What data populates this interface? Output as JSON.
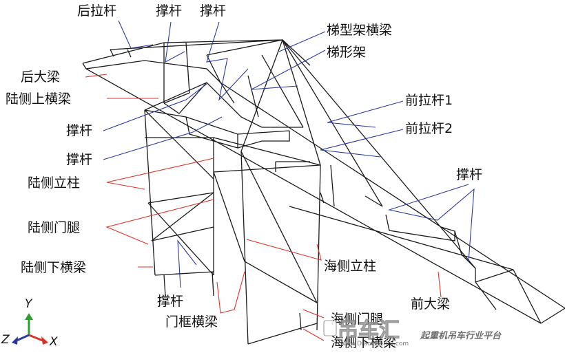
{
  "labels": {
    "rear_tie_rod": "后拉杆",
    "strut_top_1": "撑杆",
    "strut_top_2": "撑杆",
    "ladder_frame_beam": "梯型架横梁",
    "ladder_frame": "梯形架",
    "rear_girder": "后大梁",
    "land_upper_crossbeam": "陆侧上横梁",
    "front_tie_rod_1": "前拉杆1",
    "front_tie_rod_2": "前拉杆2",
    "strut_left_1": "撑杆",
    "strut_left_2": "撑杆",
    "land_column": "陆侧立柱",
    "strut_right": "撑杆",
    "land_portal_leg": "陆侧门腿",
    "land_lower_crossbeam": "陆侧下横梁",
    "sea_column": "海侧立柱",
    "front_girder": "前大梁",
    "strut_bottom": "撑杆",
    "door_frame_beam": "门框横梁",
    "sea_portal_leg": "海侧门腿",
    "sea_lower_crossbeam": "海侧下横梁"
  },
  "axes": {
    "y": "Y",
    "z": "Z",
    "x": "X"
  },
  "colors": {
    "structure": "#1a1a1a",
    "blue_leader": "#2b3a9b",
    "red_leader": "#d9322b",
    "axis_x": "#d9322b",
    "axis_y": "#2ca02c",
    "axis_z": "#2b3a9b"
  },
  "watermark": {
    "brand": "吊车汇",
    "url": "www.DiaoCheHui.com",
    "platform": "起重机吊车行业平台"
  }
}
